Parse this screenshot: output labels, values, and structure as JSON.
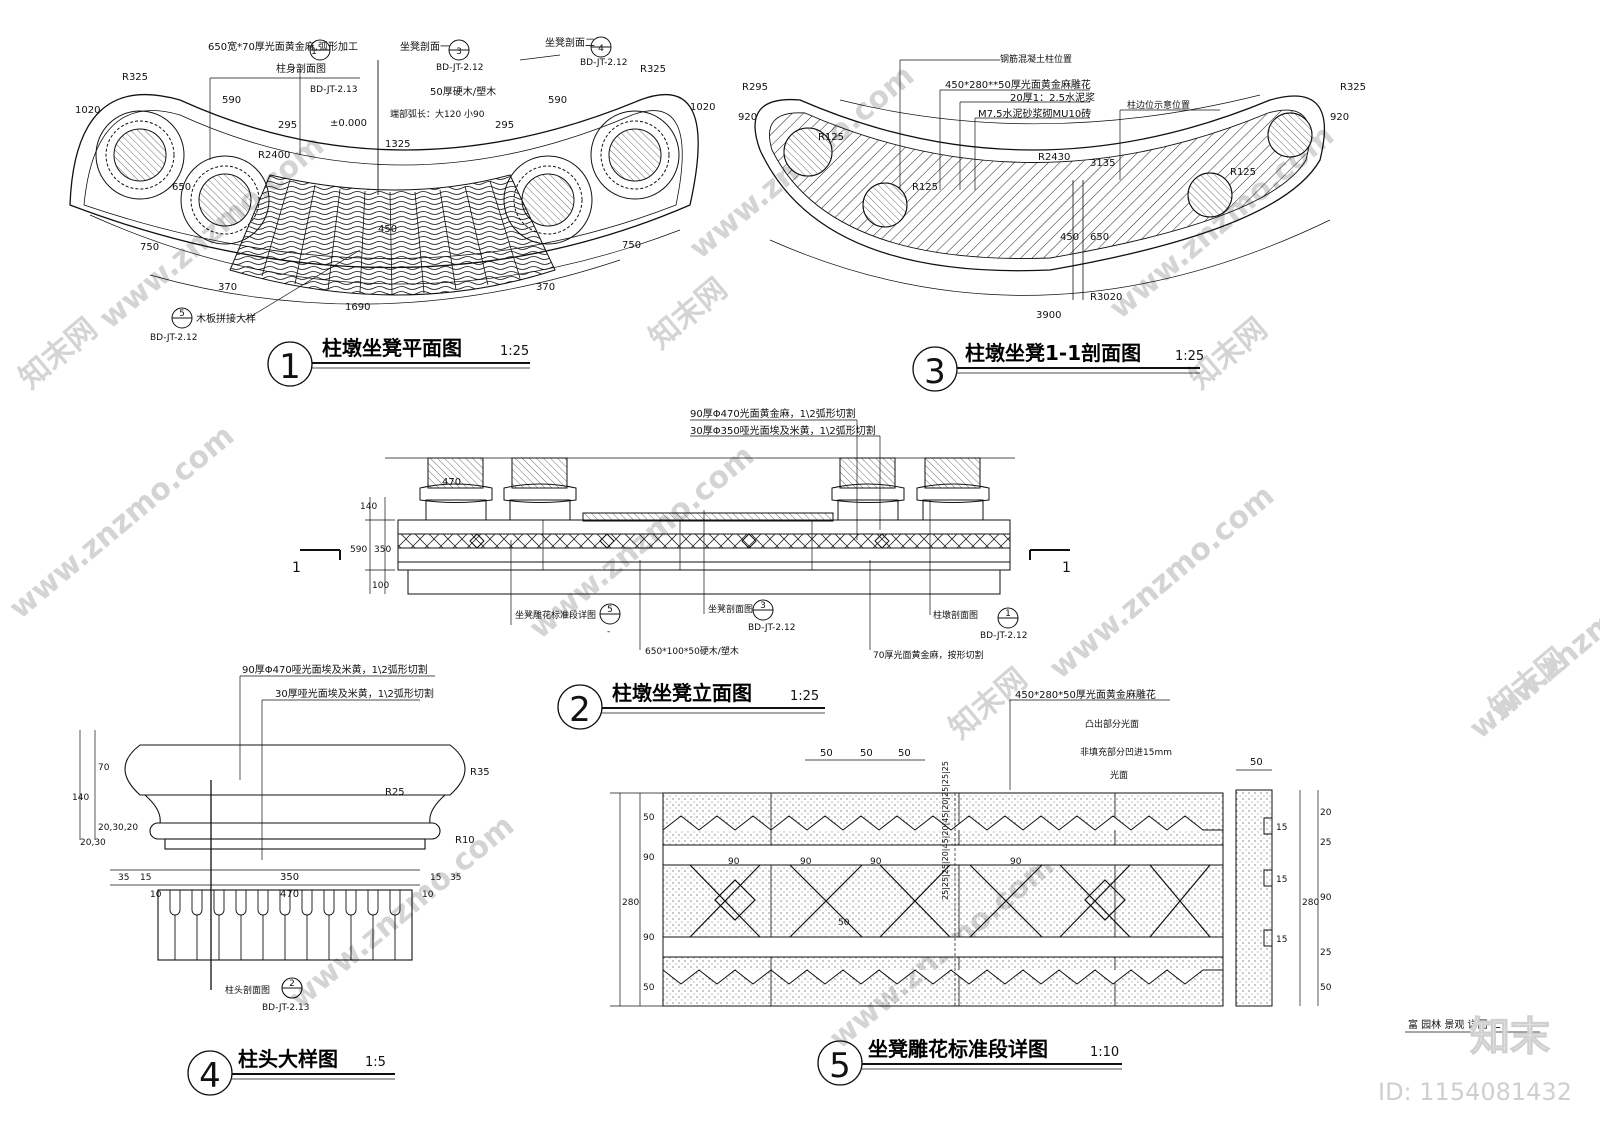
{
  "drawing_titles": {
    "plan": {
      "number": "1",
      "title": "柱墩坐凳平面图",
      "scale": "1:25"
    },
    "elevation": {
      "number": "2",
      "title": "柱墩坐凳立面图",
      "scale": "1:25"
    },
    "section": {
      "number": "3",
      "title": "柱墩坐凳1-1剖面图",
      "scale": "1:25"
    },
    "capital": {
      "number": "4",
      "title": "柱头大样图",
      "scale": "1:5"
    },
    "carving": {
      "number": "5",
      "title": "坐凳雕花标准段详图",
      "scale": "1:10"
    }
  },
  "plan": {
    "notes": {
      "top_note": "650宽*70厚光面黄金麻,弧形加工",
      "col_section": "柱身剖面图",
      "bench_section_1": "坐凳剖面一",
      "bench_section_2": "坐凳剖面二",
      "wood": "50厚硬木/塑木",
      "elev": "±0.000",
      "arc": "端部弧长：大120 小90",
      "wood_joint": "木板拼接大样"
    },
    "refs": {
      "r1_num": "1",
      "r1_code": "BD-JT-2.13",
      "r3_num": "3",
      "r3_code": "BD-JT-2.12",
      "r4_num": "4",
      "r4_code": "BD-JT-2.12",
      "r5_num": "5",
      "r5_code": "BD-JT-2.12"
    },
    "dims": {
      "r325_l": "R325",
      "r325_r": "R325",
      "d1020_l": "1020",
      "d1020_r": "1020",
      "d590_l": "590",
      "d590_r": "590",
      "d295_l": "295",
      "d295_r": "295",
      "r2400": "R2400",
      "d1325": "1325",
      "d650": "650",
      "d450": "450",
      "d750_l": "750",
      "d750_r": "750",
      "d370_l": "370",
      "d370_r": "370",
      "d1690": "1690"
    }
  },
  "section": {
    "notes": {
      "rc_column": "钢筋混凝土柱位置",
      "carved": "450*280**50厚光面黄金麻雕花",
      "mortar": "20厚1：2.5水泥浆",
      "brick": "M7.5水泥砂浆砌MU10砖",
      "col_hint": "柱边位示意位置"
    },
    "dims": {
      "r295": "R295",
      "d920_l": "920",
      "d920_r": "920",
      "r325": "R325",
      "r125_a": "R125",
      "r125_b": "R125",
      "r125_c": "R125",
      "r2430": "R2430",
      "d3135": "3135",
      "d450": "450",
      "d650": "650",
      "d3900": "3900",
      "r3020": "R3020"
    }
  },
  "elevation": {
    "notes": {
      "top1": "90厚Φ470光面黄金麻，1\\2弧形切割",
      "top2": "30厚Φ350哑光面埃及米黄，1\\2弧形切割",
      "carved_std": "坐凳雕花标准段详图",
      "bench_section": "坐凳剖面图",
      "col_section": "柱墩剖面图",
      "wood": "650*100*50硬木/塑木",
      "granite": "70厚光面黄金麻，按形切割"
    },
    "refs": {
      "r5_num": "5",
      "r5_code": "-",
      "r3_num": "3",
      "r3_code": "BD-JT-2.12",
      "r1_num": "1",
      "r1_code": "BD-JT-2.12"
    },
    "dims": {
      "d470": "470",
      "d590": "590",
      "d140": "140",
      "d350": "350",
      "d100": "100",
      "cut_l": "1",
      "cut_r": "1"
    }
  },
  "capital": {
    "notes": {
      "top1": "90厚Φ470哑光面埃及米黄，1\\2弧形切割",
      "top2": "30厚哑光面埃及米黄，1\\2弧形切割",
      "col_head": "柱头剖面图"
    },
    "refs": {
      "r2_num": "2",
      "r2_code": "BD-JT-2.13"
    },
    "dims": {
      "d70": "70",
      "d140": "140",
      "d20_30_20": "20,30,20",
      "d20_30": "20,30",
      "r35": "R35",
      "r25": "R25",
      "r10": "R10",
      "d35_l": "35",
      "d15_l": "15",
      "d350": "350",
      "d15_r": "15",
      "d35_r": "35",
      "d10_l": "10",
      "d470": "470",
      "d10_r": "10"
    }
  },
  "carving": {
    "notes": {
      "stone": "450*280*50厚光面黄金麻雕花",
      "raised": "凸出部分光面",
      "recessed": "非填充部分凹进15mm",
      "polished": "光面"
    },
    "dims": {
      "top50_a": "50",
      "top50_b": "50",
      "top50_c": "50",
      "l50_t": "50",
      "l90_a": "90",
      "l280": "280",
      "l90_b": "90",
      "l50_b": "50",
      "in90_a": "90",
      "in90_b": "90",
      "in90_c": "90",
      "in90_d": "90",
      "mid": "25|25|25|20|45|20|45|20|25|25|25",
      "s50": "50",
      "r50": "50",
      "r20": "20",
      "r25": "25",
      "r90": "90",
      "r25b": "25",
      "r50b": "50",
      "r280": "280",
      "r15_a": "15",
      "r15_b": "15",
      "r15_c": "15"
    }
  },
  "title_block": {
    "text": "富  园林  景观  详图  二"
  },
  "footer": {
    "watermark": "www.znzmo.com",
    "watermark_cn": "知末网",
    "logo": "知末",
    "id_label": "ID: 1154081432"
  }
}
